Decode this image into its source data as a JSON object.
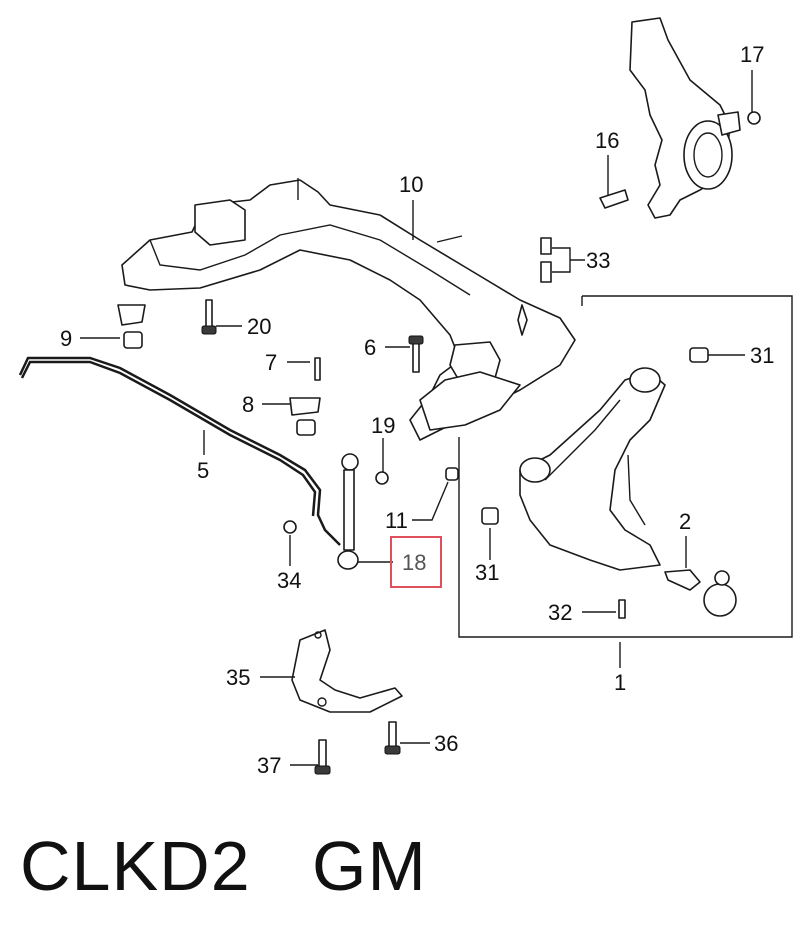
{
  "callouts": [
    {
      "id": "callout-1",
      "text": "1"
    },
    {
      "id": "callout-2",
      "text": "2"
    },
    {
      "id": "callout-5",
      "text": "5"
    },
    {
      "id": "callout-6",
      "text": "6"
    },
    {
      "id": "callout-7",
      "text": "7"
    },
    {
      "id": "callout-8",
      "text": "8"
    },
    {
      "id": "callout-9",
      "text": "9"
    },
    {
      "id": "callout-10",
      "text": "10"
    },
    {
      "id": "callout-11",
      "text": "11"
    },
    {
      "id": "callout-16",
      "text": "16"
    },
    {
      "id": "callout-17",
      "text": "17"
    },
    {
      "id": "callout-18",
      "text": "18"
    },
    {
      "id": "callout-19",
      "text": "19"
    },
    {
      "id": "callout-20",
      "text": "20"
    },
    {
      "id": "callout-31a",
      "text": "31"
    },
    {
      "id": "callout-31b",
      "text": "31"
    },
    {
      "id": "callout-32",
      "text": "32"
    },
    {
      "id": "callout-33",
      "text": "33"
    },
    {
      "id": "callout-34",
      "text": "34"
    },
    {
      "id": "callout-35",
      "text": "35"
    },
    {
      "id": "callout-36",
      "text": "36"
    },
    {
      "id": "callout-37",
      "text": "37"
    }
  ],
  "highlighted_part": "18",
  "highlight_color": "#e0505a",
  "highlight_text_color": "#555555",
  "caption": "CLKD2   GM"
}
